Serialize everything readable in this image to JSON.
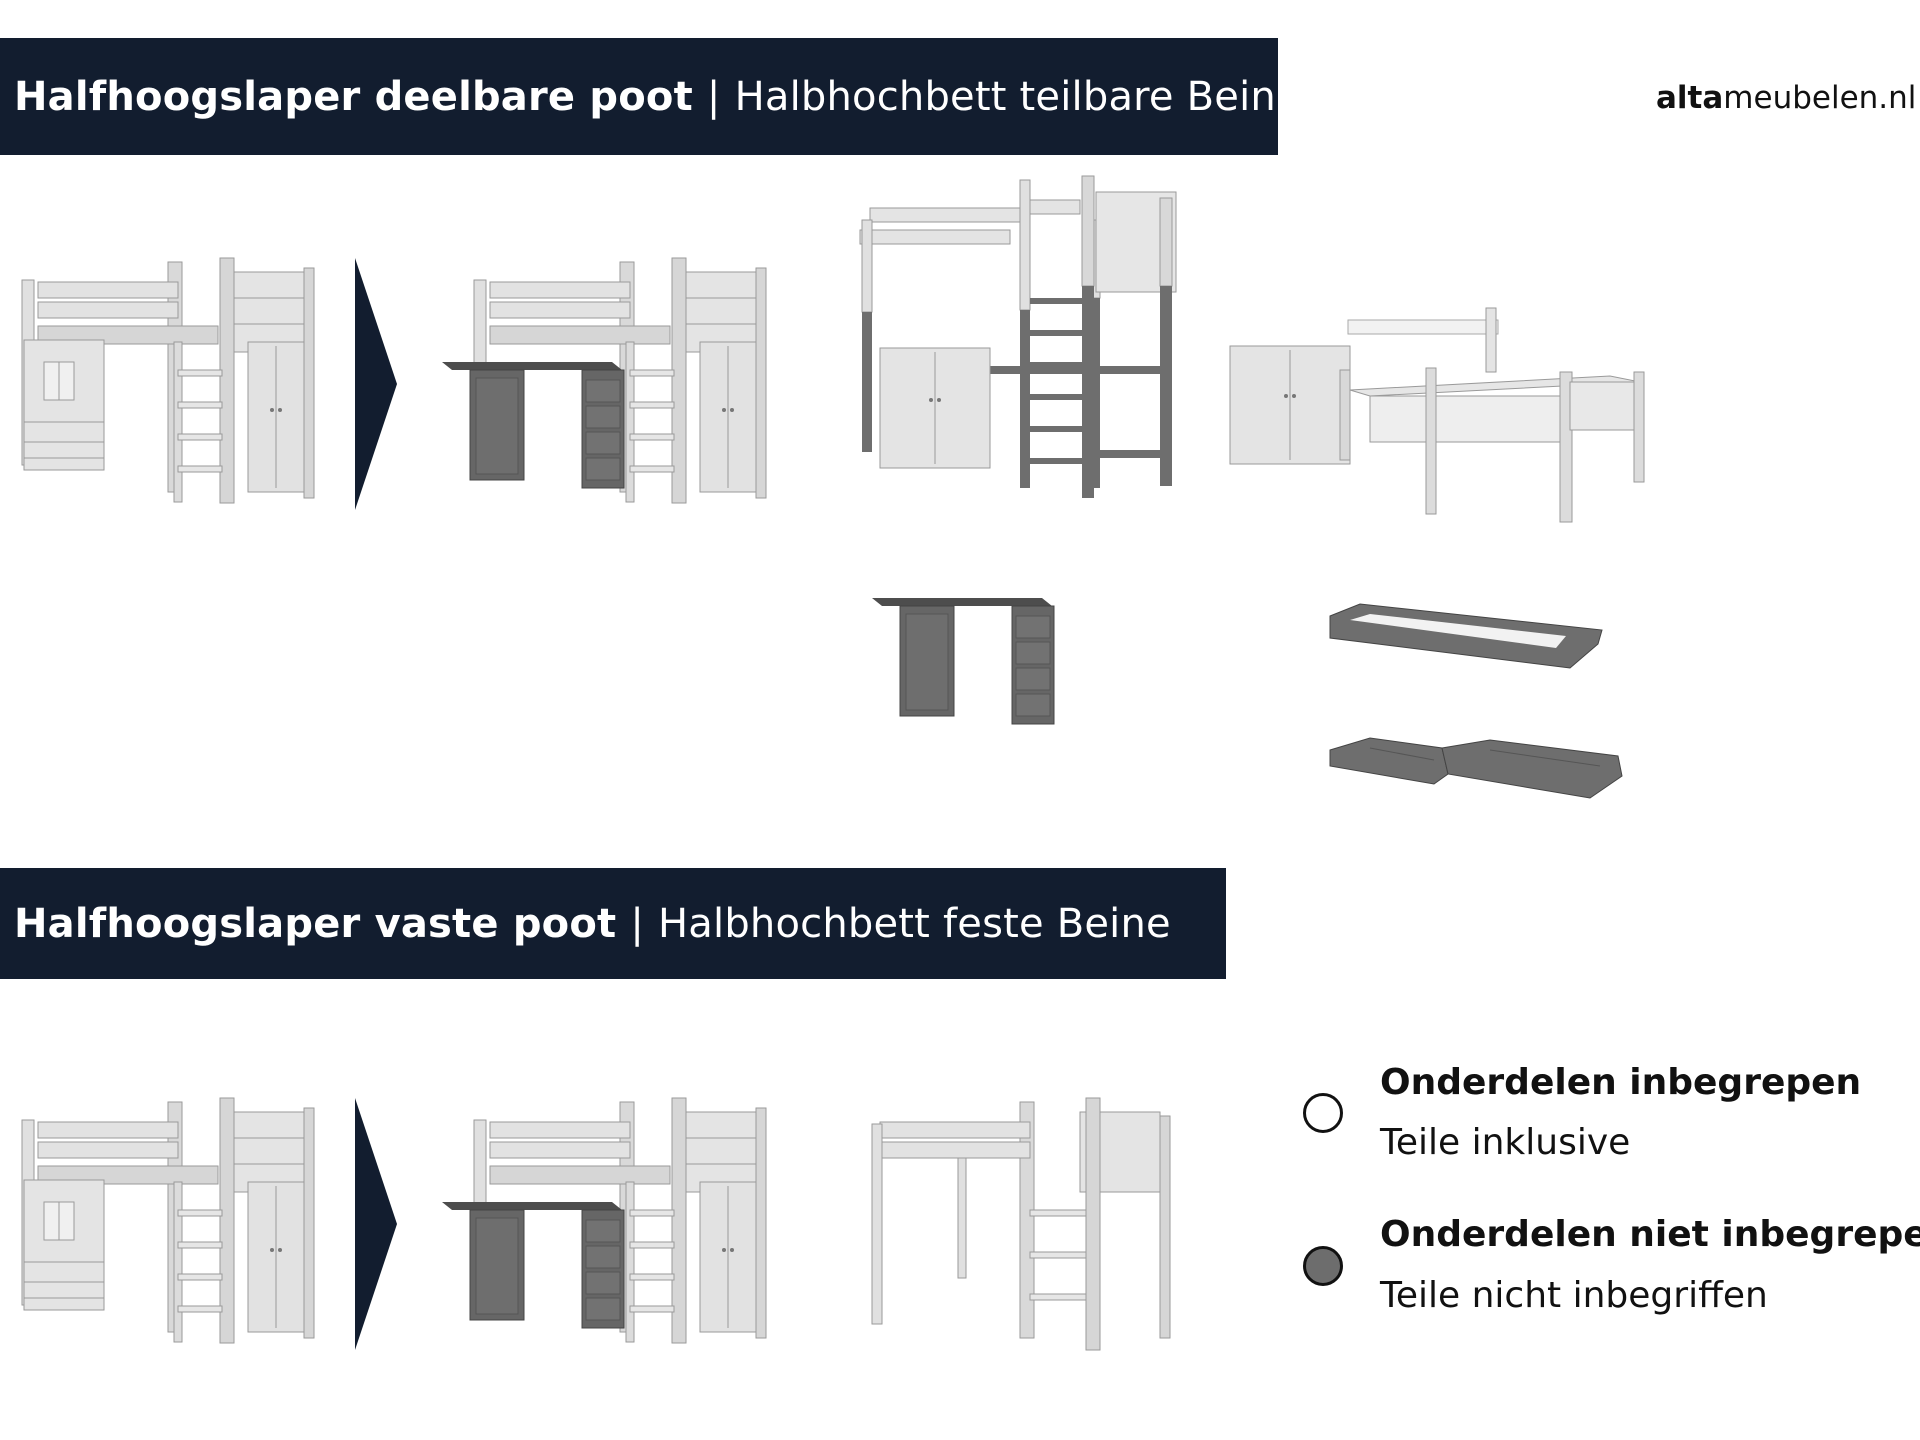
{
  "banner_top": {
    "title_bold": "Halfhoogslaper deelbare poot",
    "separator": "|",
    "title_regular": "Halbhochbett teilbare Beine"
  },
  "brand": {
    "logo_bold": "alta",
    "logo_regular": "meubelen.nl"
  },
  "banner_bottom": {
    "title_bold": "Halfhoogslaper vaste poot",
    "separator": "|",
    "title_regular": "Halbhochbett feste Beine"
  },
  "legend": {
    "included": {
      "title": "Onderdelen inbegrepen",
      "subtitle": "Teile inklusive",
      "color": "#ffffff"
    },
    "excluded": {
      "title": "Onderdelen niet inbegrepen",
      "subtitle": "Teile nicht inbegriffen",
      "color": "#6d6d6d"
    }
  },
  "colors": {
    "banner": "#121d2f",
    "furniture_light": "#dedede",
    "furniture_dark": "#6e6e6e",
    "arrow": "#121d2f"
  }
}
